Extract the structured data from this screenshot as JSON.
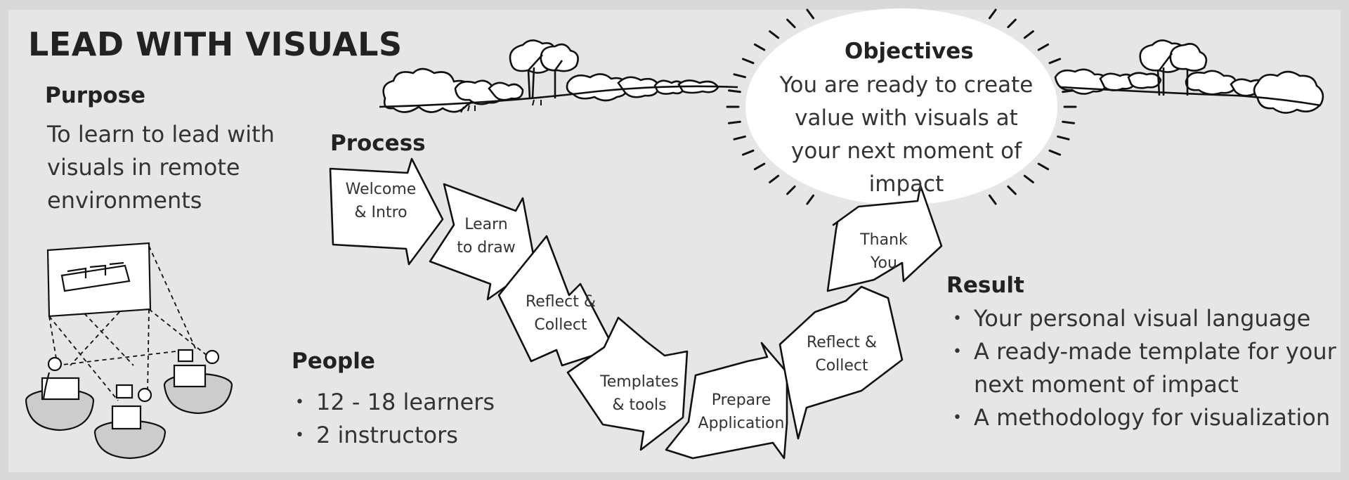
{
  "title": "LEAD WITH VISUALS",
  "purpose": {
    "heading": "Purpose",
    "lines": [
      "To learn to lead with",
      "visuals in remote",
      "environments"
    ]
  },
  "process": {
    "heading": "Process",
    "steps": [
      {
        "lines": [
          "Welcome",
          "& Intro"
        ]
      },
      {
        "lines": [
          "Learn",
          "to draw"
        ]
      },
      {
        "lines": [
          "Reflect &",
          "Collect"
        ]
      },
      {
        "lines": [
          "Templates",
          "& tools"
        ]
      },
      {
        "lines": [
          "Prepare",
          "Application"
        ]
      },
      {
        "lines": [
          "Reflect &",
          "Collect"
        ]
      },
      {
        "lines": [
          "Thank",
          "You"
        ]
      }
    ]
  },
  "objectives": {
    "heading": "Objectives",
    "lines": [
      "You are ready to create",
      "value with visuals at",
      "your next moment of",
      "impact"
    ]
  },
  "people": {
    "heading": "People",
    "items": [
      "12 - 18 learners",
      "2 instructors"
    ]
  },
  "result": {
    "heading": "Result",
    "items": [
      [
        "Your personal visual language"
      ],
      [
        "A ready-made template for your",
        "next moment of impact"
      ],
      [
        "A methodology for visualization"
      ]
    ]
  },
  "colors": {
    "background": "#d9d9d9",
    "panel": "#e6e6e6",
    "ink": "#111111",
    "text": "#333333",
    "arrow_fill": "#ffffff"
  }
}
